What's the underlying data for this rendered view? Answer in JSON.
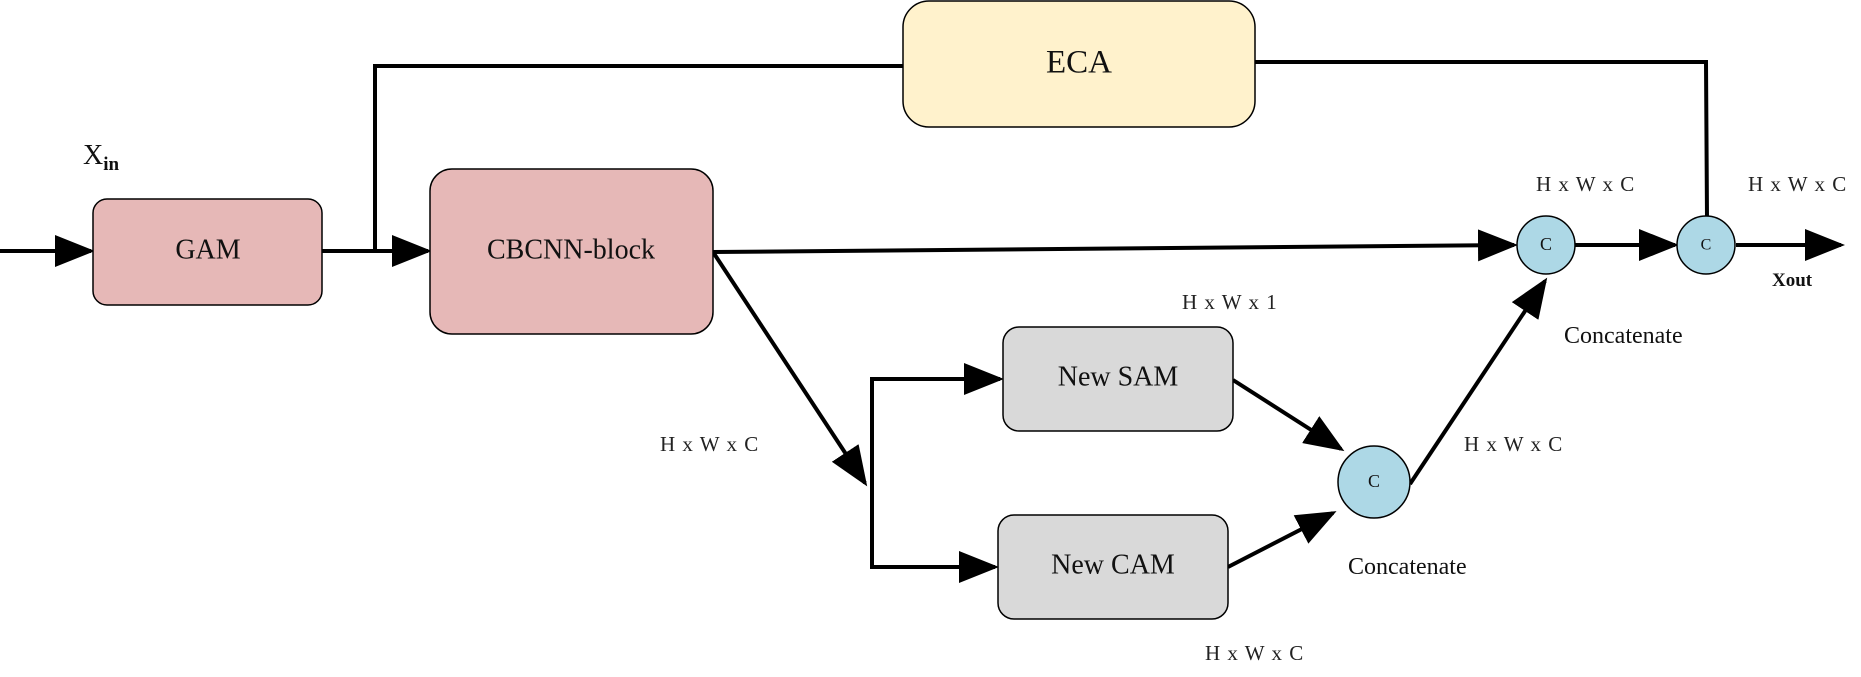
{
  "colors": {
    "pink": "#e6b8b7",
    "yellow": "#fff2cc",
    "gray": "#d9d9d9",
    "blue": "#add8e6",
    "stroke": "#000000"
  },
  "input": {
    "base": "X",
    "subscript": "in"
  },
  "output": {
    "label": "Xout"
  },
  "blocks": {
    "gam": "GAM",
    "cbcnn": "CBCNN-block",
    "eca": "ECA",
    "sam": "New SAM",
    "cam": "New CAM"
  },
  "concat_symbol": "C",
  "labels": {
    "concat_lower": "Concatenate",
    "concat_upper": "Concatenate"
  },
  "dims": {
    "after_cbcnn": "H x W x C",
    "sam_out": "H x W x 1",
    "cam_out": "H x W x C",
    "merge_out": "H x W x C",
    "c1_top": "H x W x C",
    "output": "H x W x C"
  }
}
